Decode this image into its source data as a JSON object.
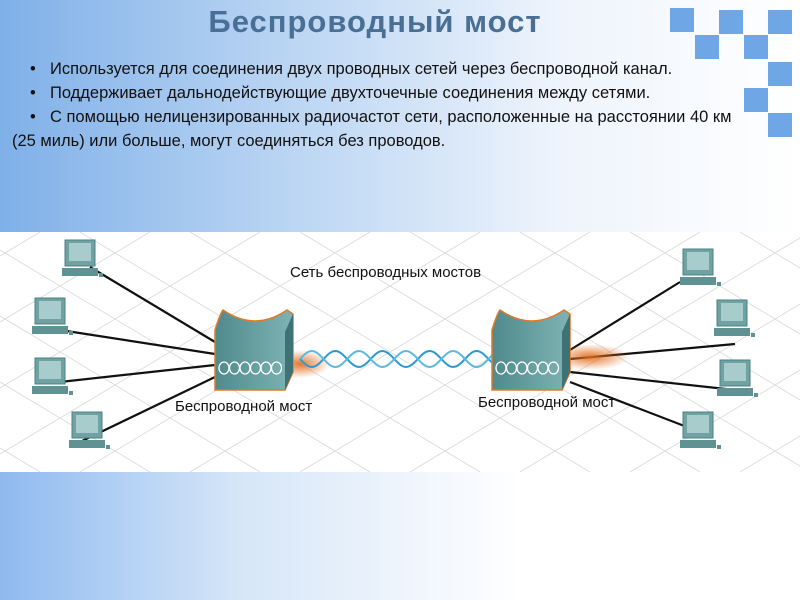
{
  "title": "Беспроводный мост",
  "bullets": [
    "Используется для соединения двух проводных сетей через беспроводной канал.",
    "Поддерживает дальнодействующие двухточечные соединения между сетями.",
    "С помощью нелицензированных радиочастот сети, расположенные на расстоянии 40 км (25 миль) или больше, могут соединяться без проводов."
  ],
  "bullet_symbol": "•",
  "diagram": {
    "network_label": "Сеть беспроводных мостов",
    "bridge_left_label": "Беспроводной мост",
    "bridge_right_label": "Беспроводной мост"
  },
  "colors": {
    "title": "#4a6f95",
    "accent_squares": "#6ea6e6",
    "device": "#5f9a9a",
    "signal": "#2a9ad0",
    "glow": "#e06a1a"
  }
}
